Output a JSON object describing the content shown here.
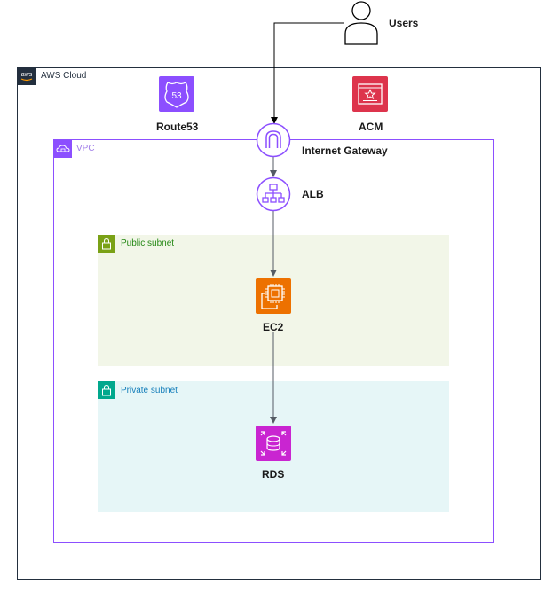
{
  "diagram": {
    "users": {
      "label": "Users"
    },
    "aws_cloud": {
      "label": "AWS Cloud",
      "logo_text": "aws"
    },
    "route53": {
      "label": "Route53",
      "badge": "53"
    },
    "acm": {
      "label": "ACM"
    },
    "vpc": {
      "label": "VPC"
    },
    "internet_gateway": {
      "label": "Internet Gateway"
    },
    "alb": {
      "label": "ALB"
    },
    "public_subnet": {
      "label": "Public subnet"
    },
    "ec2": {
      "label": "EC2"
    },
    "private_subnet": {
      "label": "Private subnet"
    },
    "rds": {
      "label": "RDS"
    }
  },
  "colors": {
    "cloud_border": "#232f3e",
    "vpc_purple": "#8c4fff",
    "public_fill": "#f2f6e8",
    "public_green": "#7aa116",
    "public_text": "#248814",
    "private_fill": "#e6f6f7",
    "private_teal": "#01a88d",
    "private_text": "#147eba",
    "route53": "#8c4fff",
    "acm": "#dd344c",
    "ec2": "#ed7100",
    "rds": "#c925d1",
    "arrow": "#545b64"
  }
}
